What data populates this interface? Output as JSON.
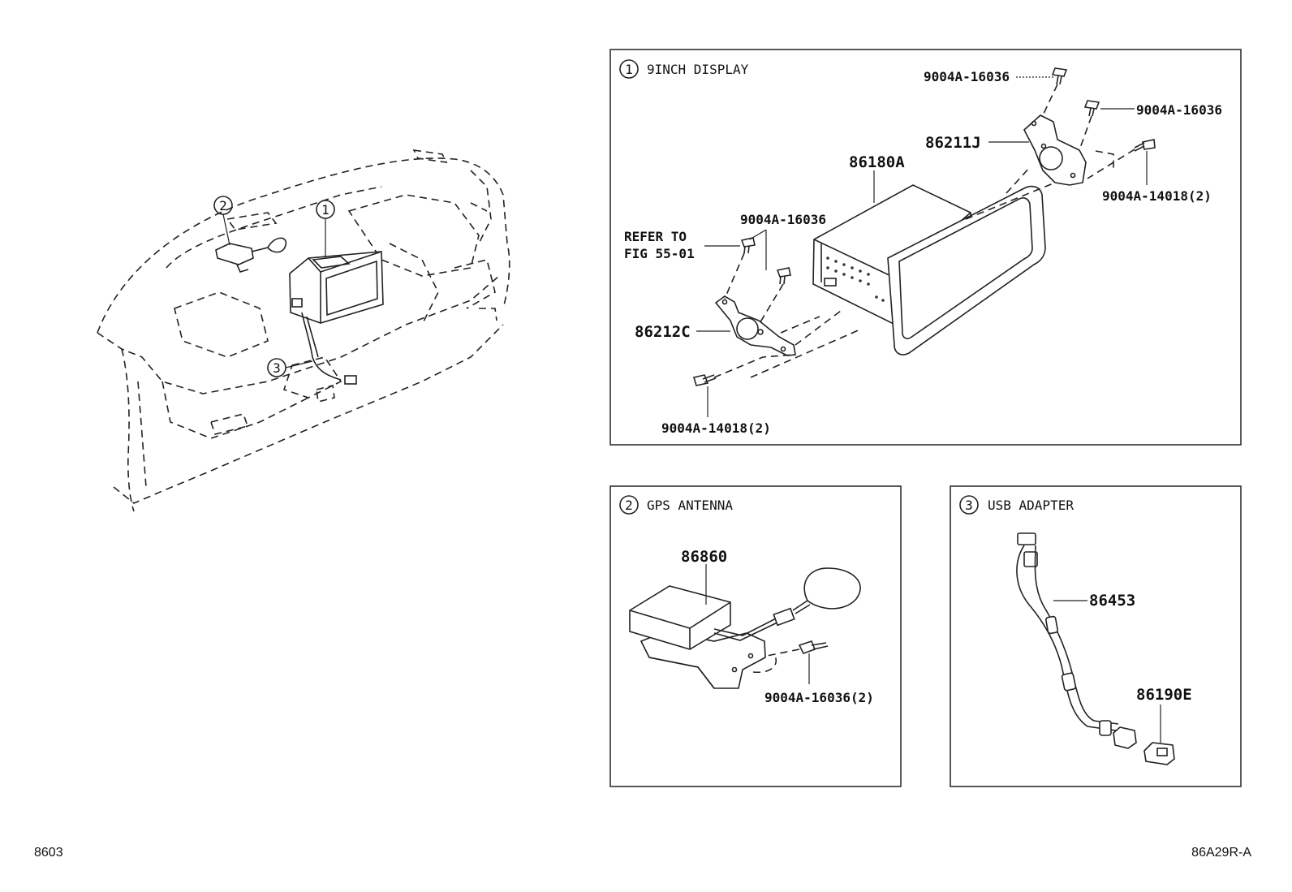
{
  "overview": {
    "callouts": [
      "2",
      "1",
      "3"
    ]
  },
  "panels": {
    "display": {
      "num": "1",
      "title": "9INCH DISPLAY",
      "parts": {
        "p86180A": "86180A",
        "p86211J": "86211J",
        "p86212C": "86212C",
        "screw_top1": "9004A-16036",
        "screw_top2": "9004A-16036",
        "screw_left": "9004A-16036",
        "screw_r14018": "9004A-14018(2)",
        "screw_l14018": "9004A-14018(2)",
        "refer_line1": "REFER TO",
        "refer_line2": "FIG 55-01"
      }
    },
    "gps": {
      "num": "2",
      "title": "GPS ANTENNA",
      "parts": {
        "p86860": "86860",
        "screw": "9004A-16036(2)"
      }
    },
    "usb": {
      "num": "3",
      "title": "USB ADAPTER",
      "parts": {
        "p86453": "86453",
        "p86190E": "86190E"
      }
    }
  },
  "footer": {
    "left_code": "8603",
    "right_code": "86A29R-A"
  }
}
